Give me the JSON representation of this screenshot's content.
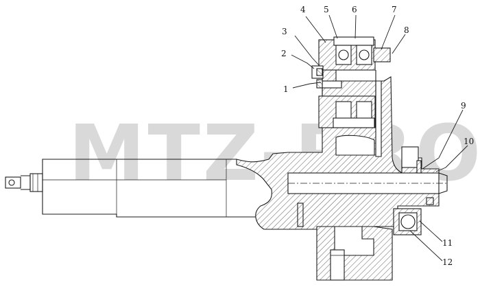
{
  "watermark": "MTZ-PRO",
  "callouts": [
    {
      "label": "1"
    },
    {
      "label": "2"
    },
    {
      "label": "3"
    },
    {
      "label": "4"
    },
    {
      "label": "5"
    },
    {
      "label": "6"
    },
    {
      "label": "7"
    },
    {
      "label": "8"
    },
    {
      "label": "9"
    },
    {
      "label": "10"
    },
    {
      "label": "11"
    },
    {
      "label": "12"
    }
  ]
}
